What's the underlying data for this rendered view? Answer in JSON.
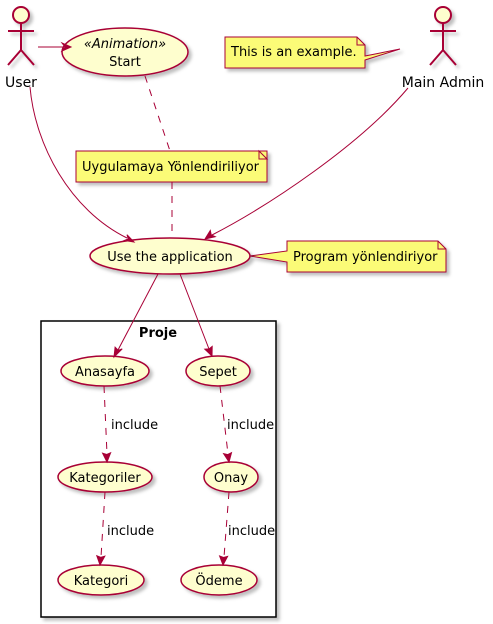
{
  "actors": {
    "user": "User",
    "main_admin": "Main Admin"
  },
  "usecases": {
    "start_stereotype": "«Animation»",
    "start": "Start",
    "use_app": "Use the application",
    "anasayfa": "Anasayfa",
    "kategoriler": "Kategoriler",
    "kategori": "Kategori",
    "sepet": "Sepet",
    "onay": "Onay",
    "odeme": "Ödeme"
  },
  "notes": {
    "example": "This is an example.",
    "uygulamaya": "Uygulamaya Yönlendiriliyor",
    "program": "Program yönlendiriyor"
  },
  "package": {
    "name": "Proje"
  },
  "relations": {
    "include_1": "include",
    "include_2": "include",
    "include_3": "include",
    "include_4": "include"
  },
  "colors": {
    "usecase_fill": "#FEFECE",
    "border": "#A80036",
    "note_fill": "#FBFB77"
  }
}
